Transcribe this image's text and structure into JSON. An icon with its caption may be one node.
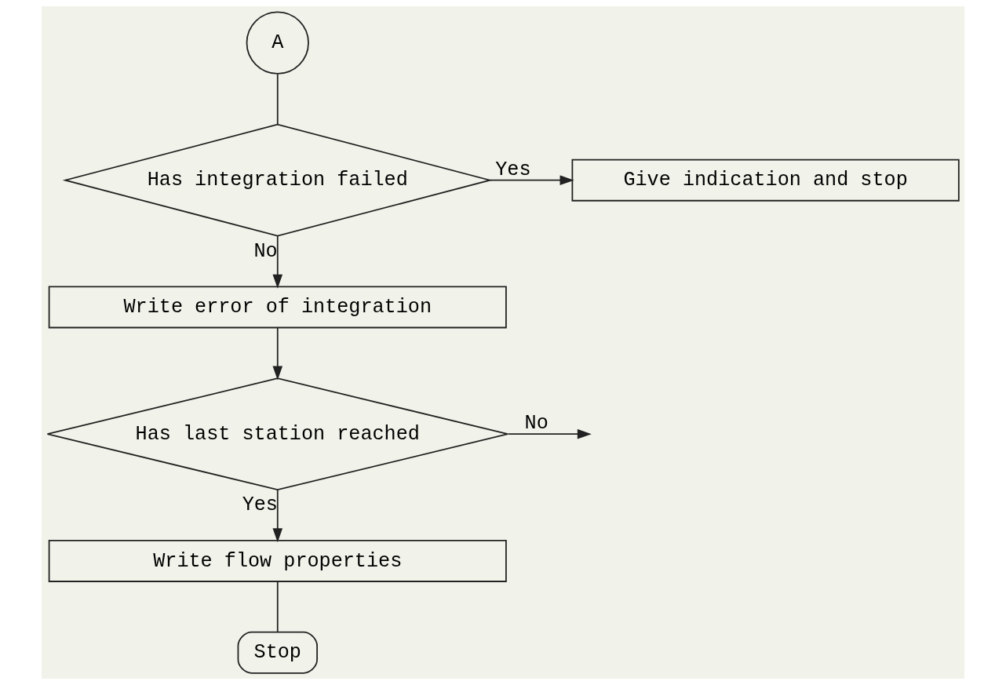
{
  "diagram": {
    "nodes": [
      {
        "text": [
          "A"
        ]
      },
      {
        "text": [
          "Has integration failed"
        ]
      },
      {
        "text": [
          "Give indication and stop"
        ]
      },
      {
        "text": [
          "Write error of integration"
        ]
      },
      {
        "text": [
          "Has last station reached"
        ]
      },
      {
        "text": [
          "Write flow properties"
        ]
      },
      {
        "text": [
          "Stop"
        ]
      }
    ],
    "edges": [
      {
        "from": 0,
        "to": 1,
        "arrow": "none"
      },
      {
        "from": 1,
        "to": 2,
        "arrow": "to",
        "label": "Yes"
      },
      {
        "from": 1,
        "to": 3,
        "arrow": "to",
        "label": "No"
      },
      {
        "from": 3,
        "to": 4,
        "arrow": "to"
      },
      {
        "from": 4,
        "to": null,
        "arrow": "to",
        "label": "No"
      },
      {
        "from": 4,
        "to": 5,
        "arrow": "to",
        "label": "Yes"
      },
      {
        "from": 5,
        "to": 6,
        "arrow": "none"
      }
    ]
  }
}
